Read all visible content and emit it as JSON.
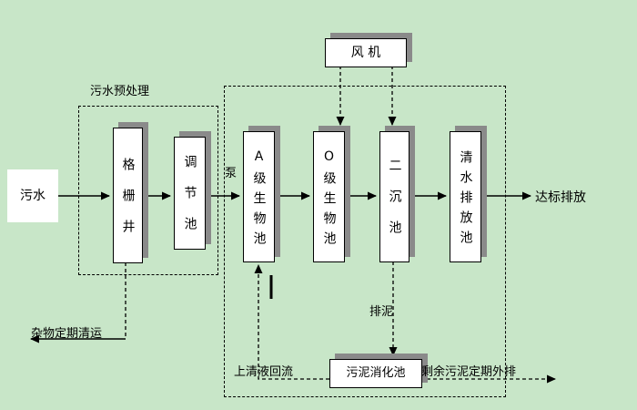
{
  "colors": {
    "background": "#c8e6c8",
    "box_fill": "#ffffff",
    "shadow": "#8a8a8a",
    "line": "#000000"
  },
  "nodes": {
    "influent": "污水",
    "grid_well": "格栅井",
    "regulation_tank": "调节池",
    "a_bio_tank": "A级生物池",
    "o_bio_tank": "O级生物池",
    "secondary_settling_tank": "二沉池",
    "clear_water_tank": "清水排放池",
    "fan": "风 机",
    "sludge_digestion_tank": "污泥消化池",
    "discharge": "达标排放"
  },
  "annotations": {
    "pretreatment_title": "污水预处理",
    "pump": "泵",
    "sludge_discharge": "排泥",
    "supernatant_return": "上清液回流",
    "excess_sludge_out": "剩余污泥定期外排",
    "debris_removal": "杂物定期清运"
  },
  "flow": [
    "污水",
    "格栅井",
    "调节池",
    "A级生物池",
    "O级生物池",
    "二沉池",
    "清水排放池",
    "达标排放"
  ]
}
